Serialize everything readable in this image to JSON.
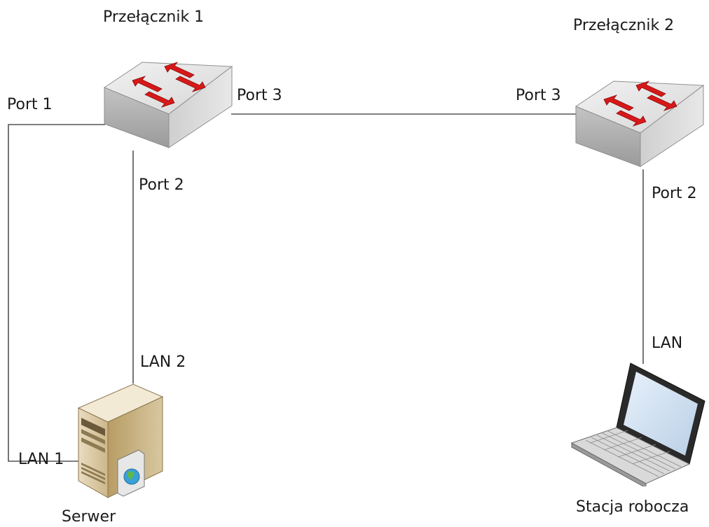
{
  "devices": {
    "switch1": {
      "label": "Przełącznik 1"
    },
    "switch2": {
      "label": "Przełącznik 2"
    },
    "server": {
      "label": "Serwer"
    },
    "workstation": {
      "label": "Stacja robocza"
    }
  },
  "ports": {
    "switch1_port1": "Port 1",
    "switch1_port2": "Port 2",
    "switch1_port3": "Port 3",
    "switch2_port3": "Port 3",
    "switch2_port2": "Port 2",
    "server_lan1": "LAN 1",
    "server_lan2": "LAN 2",
    "workstation_lan": "LAN"
  },
  "colors": {
    "arrow_red": "#d81818",
    "switch_body": "#c8c8c8",
    "wire": "#555555"
  },
  "icons": {
    "switch": "network-switch-icon",
    "server": "tower-server-icon",
    "laptop": "laptop-icon"
  }
}
